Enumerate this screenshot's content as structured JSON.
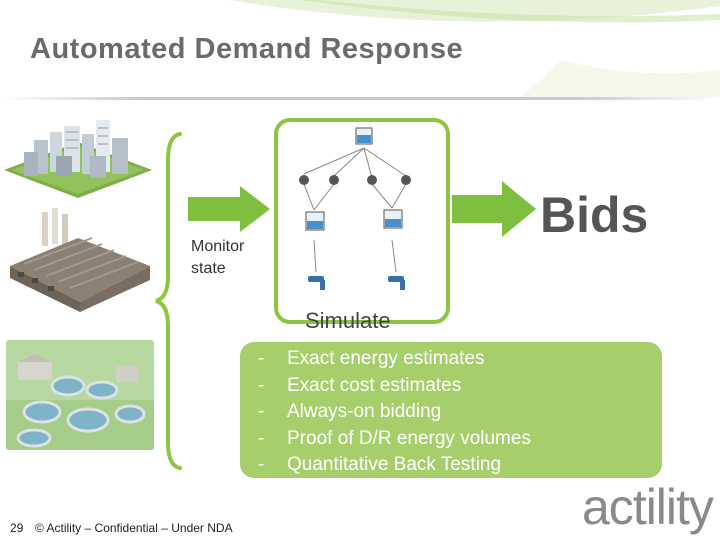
{
  "slide": {
    "title": "Automated Demand Response",
    "monitor_label": [
      "Monitor",
      "state"
    ],
    "bids_label": "Bids",
    "simulate_label": "Simulate",
    "benefits": [
      "Exact energy estimates",
      "Exact cost estimates",
      "Always-on bidding",
      "Proof of D/R energy volumes",
      "Quantitative Back Testing"
    ],
    "bullet_marker": "-"
  },
  "footer": {
    "page_number": "29",
    "confidential_text": "© Actility – Confidential – Under NDA"
  },
  "logo": {
    "text": "actility",
    "icon": "actility-logo"
  },
  "colors": {
    "accent_green": "#8cc63f",
    "light_green": "#a6cf6c",
    "title_gray": "#6b6b6b"
  },
  "icons": [
    "city-buildings-image",
    "factory-image",
    "water-treatment-image",
    "curly-brace",
    "green-arrow-right",
    "flow-diagram",
    "faucet-icon"
  ]
}
